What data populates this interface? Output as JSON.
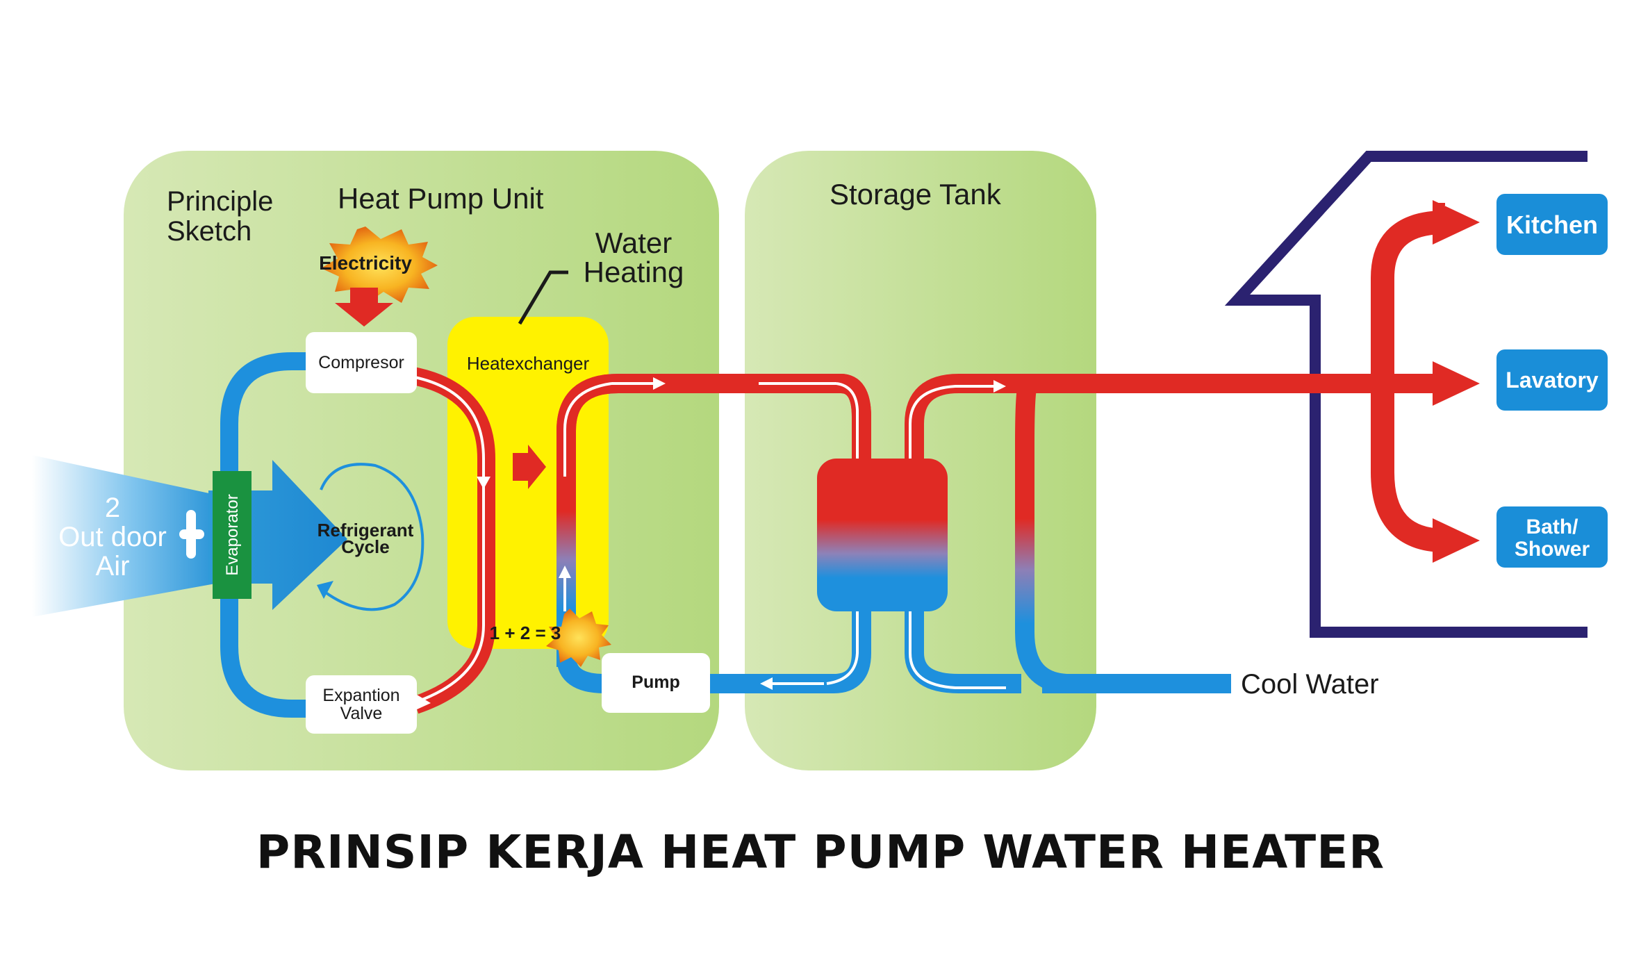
{
  "labels": {
    "principle_sketch": [
      "Principle",
      "Sketch"
    ],
    "heat_pump_unit": "Heat Pump Unit",
    "storage_tank": "Storage Tank",
    "water_heating": [
      "Water",
      "Heating"
    ],
    "electricity": "Electricity",
    "compresor": "Compresor",
    "heatexchanger": "Heatexchanger",
    "evaporator": "Evaporator",
    "refrigerant_cycle": [
      "Refrigerant",
      "Cycle"
    ],
    "expansion_valve": [
      "Expantion",
      "Valve"
    ],
    "pump": "Pump",
    "outdoor_air": [
      "2",
      "Out door",
      "Air"
    ],
    "equation": "1 + 2 = 3",
    "cool_water": "Cool Water"
  },
  "destinations": {
    "kitchen": "Kitchen",
    "lavatory": "Lavatory",
    "bath_shower": [
      "Bath/",
      "Shower"
    ]
  },
  "caption": "PRINSIP KERJA HEAT PUMP WATER HEATER",
  "colors": {
    "hot": "#e02a24",
    "cold": "#1e90dd",
    "panel": "#b9db86",
    "exchanger": "#fff200",
    "evaporator": "#1a9240",
    "destination": "#1a8ed8",
    "house": "#2b2270"
  }
}
